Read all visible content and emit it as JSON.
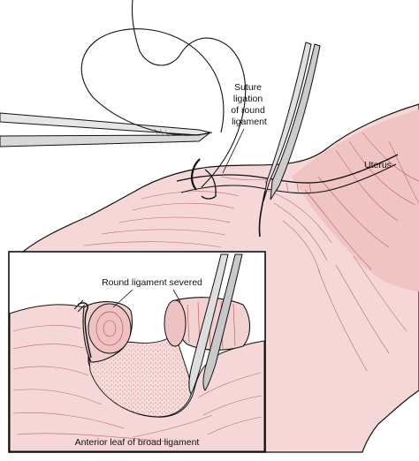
{
  "labels": {
    "suture_ligation": [
      "Suture",
      "ligation",
      "of round",
      "ligament"
    ],
    "uterus": "Uterus",
    "round_ligament_severed": "Round ligament severed",
    "anterior_leaf": "Anterior leaf of broad ligament"
  },
  "colors": {
    "tissue_fill": "#f4d7d6",
    "tissue_fill_dark": "#efc4c3",
    "tissue_line": "#b8535a",
    "instrument": "#555555",
    "outline": "#111111",
    "background": "#ffffff"
  }
}
